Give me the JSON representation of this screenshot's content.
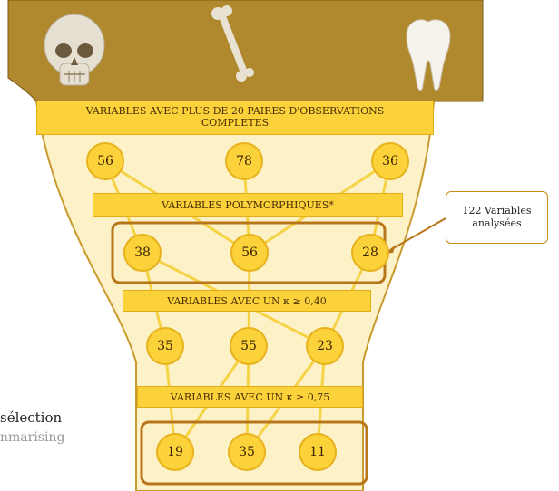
{
  "bands": [
    {
      "line1": "VARIABLES AVEC PLUS DE 20 PAIRES D'OBSERVATIONS",
      "line2": "COMPLETES"
    },
    {
      "text": "VARIABLES POLYMORPHIQUES*"
    },
    {
      "text": "VARIABLES AVEC UN κ ≥ 0,40"
    },
    {
      "text": "VARIABLES AVEC UN κ  ≥  0,75"
    }
  ],
  "rows": [
    {
      "values": [
        "56",
        "78",
        "36"
      ]
    },
    {
      "values": [
        "38",
        "56",
        "28"
      ]
    },
    {
      "values": [
        "35",
        "55",
        "23"
      ]
    },
    {
      "values": [
        "19",
        "35",
        "11"
      ]
    }
  ],
  "callout": {
    "line1": "122 Variables",
    "line2": "analysées"
  },
  "side_text": {
    "title": "sélection",
    "subtitle": "nmarising"
  },
  "colors": {
    "funnel_fill": "#fdf1c7",
    "header_fill": "#b0892e",
    "band_fill": "#fbd23a",
    "node_fill": "#fbd23a",
    "highlight_border": "#b8761b"
  },
  "icons": [
    "skull-icon",
    "long-bone-icon",
    "tooth-icon"
  ]
}
